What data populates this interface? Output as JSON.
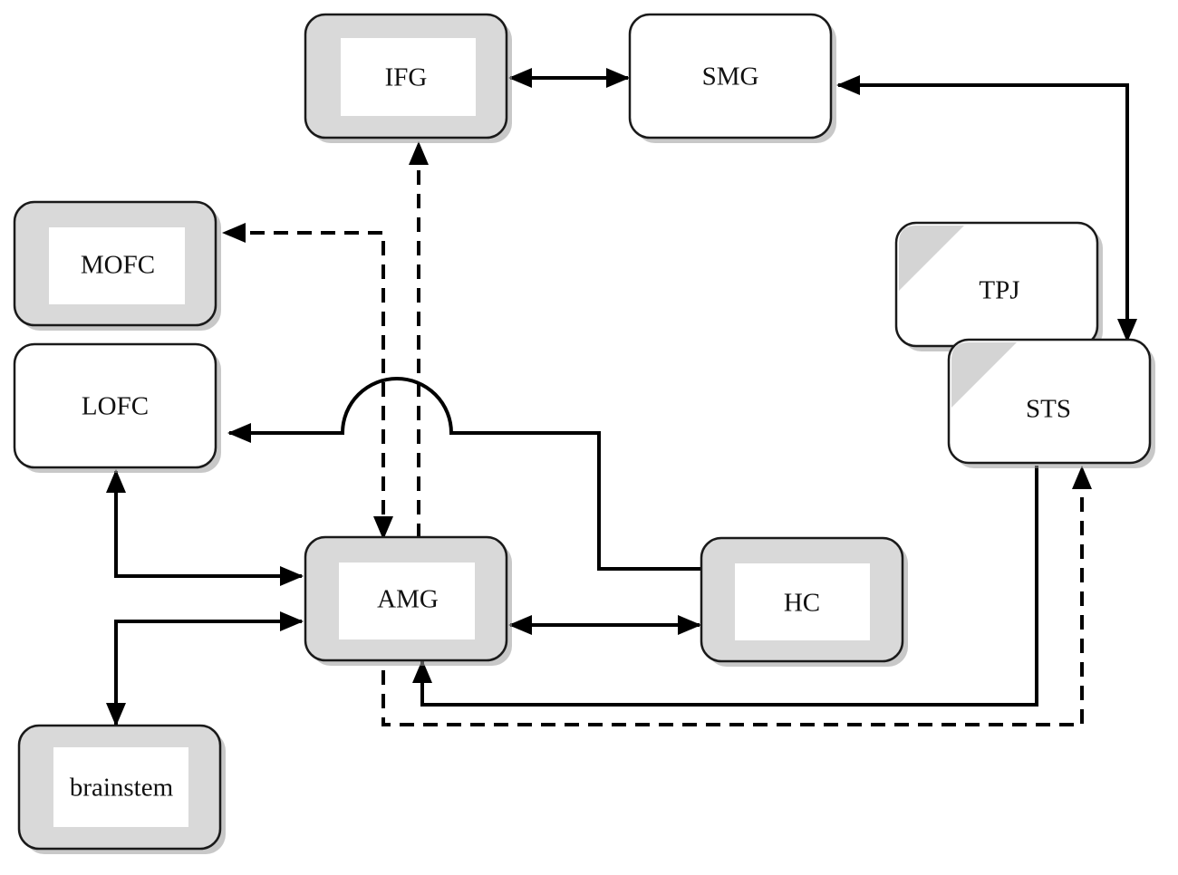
{
  "colors": {
    "gray_fill": "#d9d9d9",
    "white_fill": "#ffffff",
    "stroke": "#000000"
  },
  "nodes": [
    {
      "id": "ifg",
      "label": "IFG",
      "style": "gray-frame"
    },
    {
      "id": "smg",
      "label": "SMG",
      "style": "white"
    },
    {
      "id": "mofc",
      "label": "MOFC",
      "style": "gray-frame"
    },
    {
      "id": "lofc",
      "label": "LOFC",
      "style": "white"
    },
    {
      "id": "tpj",
      "label": "TPJ",
      "style": "white-corner"
    },
    {
      "id": "sts",
      "label": "STS",
      "style": "white-corner"
    },
    {
      "id": "amg",
      "label": "AMG",
      "style": "gray-frame"
    },
    {
      "id": "hc",
      "label": "HC",
      "style": "gray-frame"
    },
    {
      "id": "brainstem",
      "label": "brainstem",
      "style": "gray-frame"
    }
  ],
  "edges": [
    {
      "id": "ifg-smg",
      "from": "ifg",
      "to": "smg",
      "line": "solid",
      "direction": "both"
    },
    {
      "id": "smg-sts",
      "from": "smg",
      "to": "sts",
      "line": "solid",
      "direction": "both"
    },
    {
      "id": "amg-ifg",
      "from": "amg",
      "to": "ifg",
      "line": "dashed",
      "direction": "forward"
    },
    {
      "id": "amg-mofc",
      "from": "amg",
      "to": "mofc",
      "line": "dashed",
      "direction": "both"
    },
    {
      "id": "hc-lofc",
      "from": "hc",
      "to": "lofc",
      "line": "solid",
      "direction": "forward"
    },
    {
      "id": "lofc-amg",
      "from": "lofc",
      "to": "amg",
      "line": "solid",
      "direction": "both"
    },
    {
      "id": "brainstem-amg",
      "from": "brainstem",
      "to": "amg",
      "line": "solid",
      "direction": "both"
    },
    {
      "id": "amg-hc",
      "from": "amg",
      "to": "hc",
      "line": "solid",
      "direction": "both"
    },
    {
      "id": "sts-amg",
      "from": "sts",
      "to": "amg",
      "line": "solid",
      "direction": "forward"
    },
    {
      "id": "amg-sts",
      "from": "amg",
      "to": "sts",
      "line": "dashed",
      "direction": "forward"
    }
  ]
}
